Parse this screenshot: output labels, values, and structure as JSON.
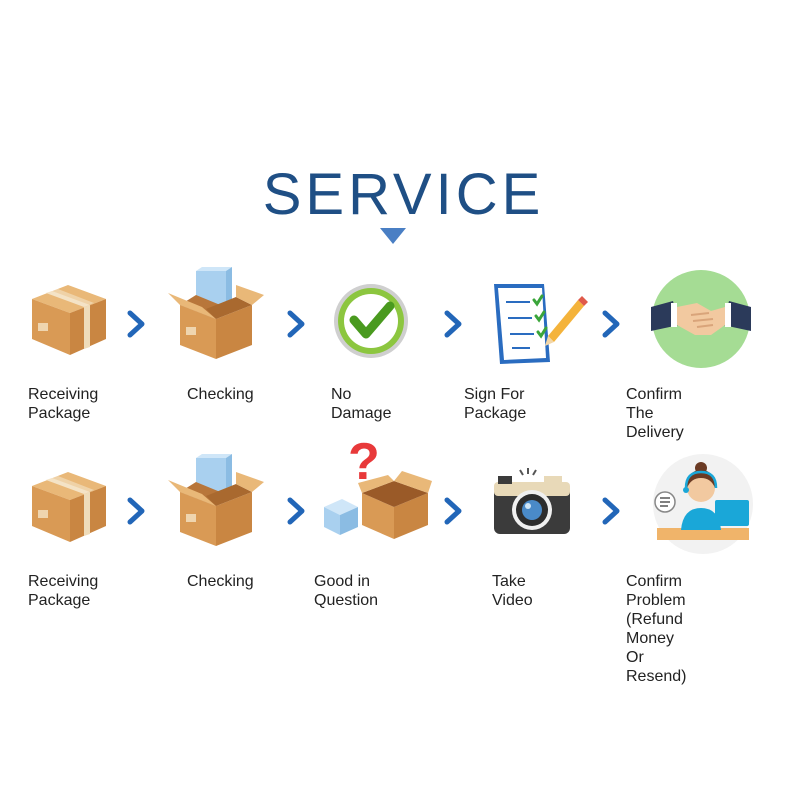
{
  "title": "SERVICE",
  "colors": {
    "title": "#1f4f85",
    "arrow": "#2266b8",
    "caret": "#4a7fc4"
  },
  "rows": [
    {
      "steps": [
        {
          "label": "Receiving\nPackage",
          "icon": "sealed-box-icon"
        },
        {
          "label": "Checking",
          "icon": "open-box-icon"
        },
        {
          "label": "No Damage",
          "icon": "green-checkmark-icon"
        },
        {
          "label": "Sign For Package",
          "icon": "checklist-pencil-icon"
        },
        {
          "label": "Confirm The Delivery",
          "icon": "handshake-icon"
        }
      ]
    },
    {
      "steps": [
        {
          "label": "Receiving\nPackage",
          "icon": "sealed-box-icon"
        },
        {
          "label": "Checking",
          "icon": "open-box-icon"
        },
        {
          "label": "Good in Question",
          "icon": "question-box-icon"
        },
        {
          "label": "Take Video",
          "icon": "camera-icon"
        },
        {
          "label": "Confirm Problem\n(Refund Money\n Or Resend)",
          "icon": "support-agent-icon"
        }
      ]
    }
  ]
}
